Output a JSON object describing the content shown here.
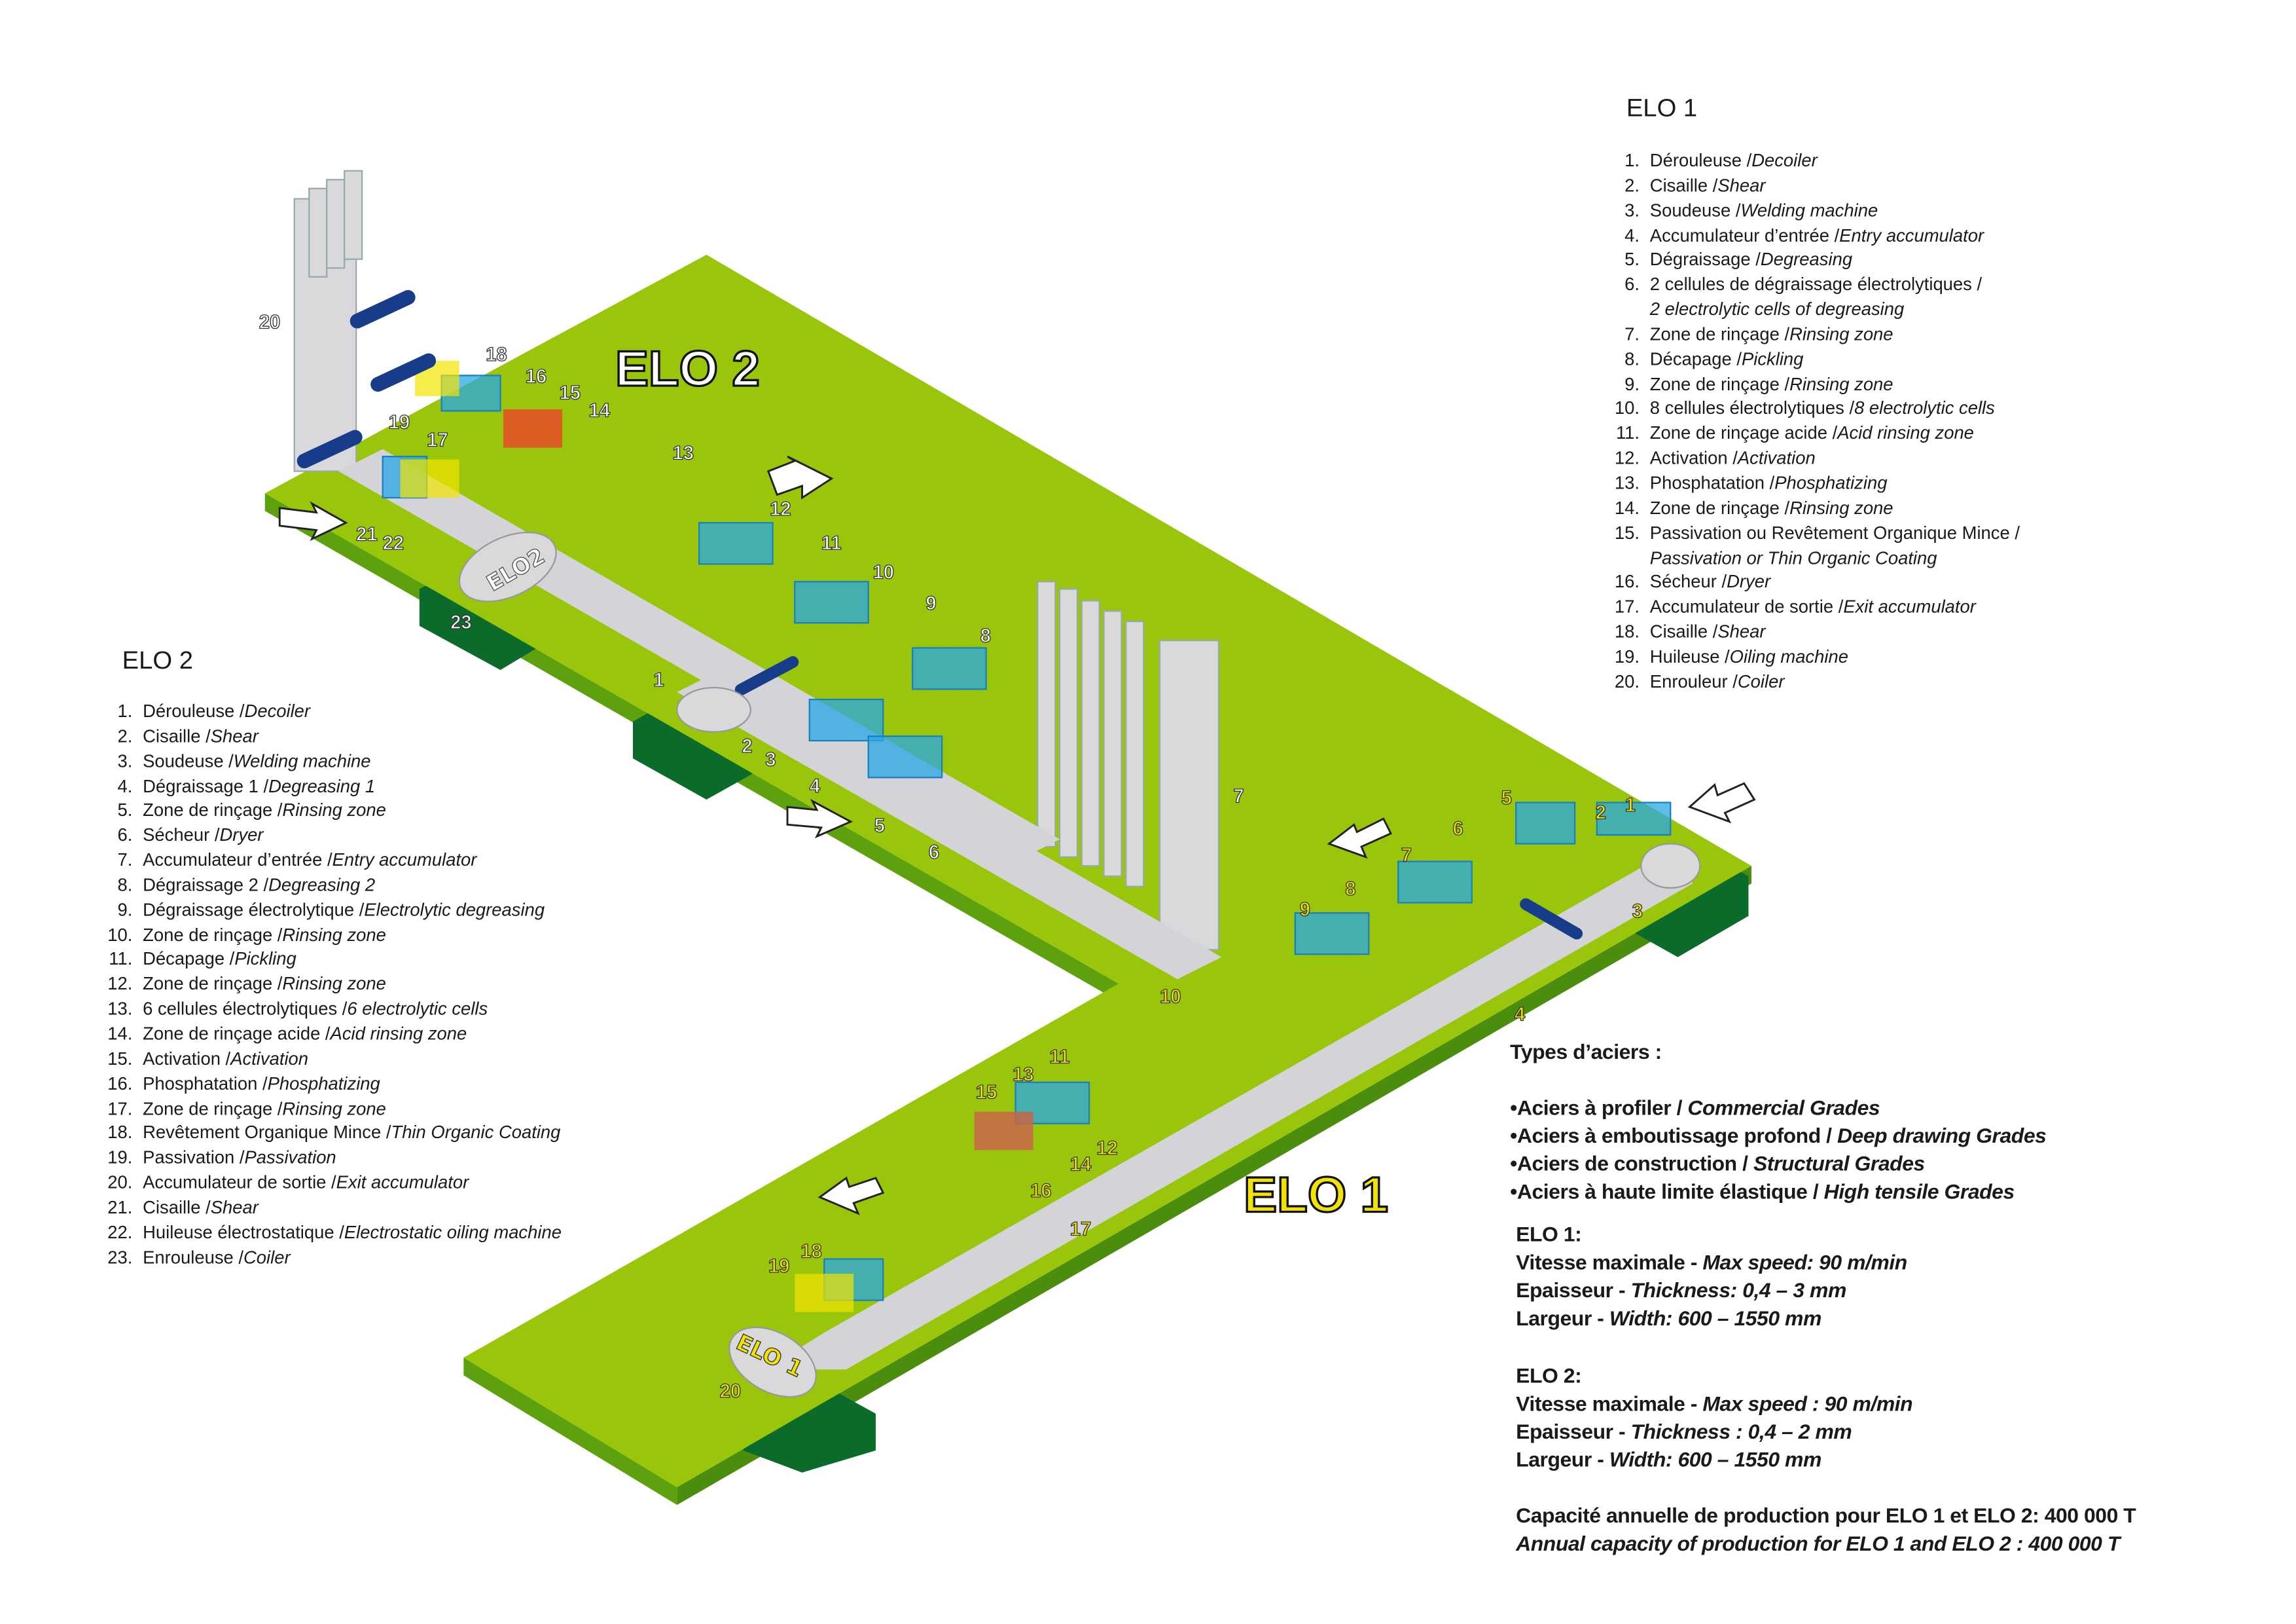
{
  "diagram": {
    "elo2_title": "ELO 2",
    "elo1_title": "ELO 1",
    "coil_elo2_text": "ELO2",
    "coil_elo1_text": "ELO 1",
    "elo2_markers": [
      "20",
      "18",
      "16",
      "15",
      "14",
      "19",
      "17",
      "13",
      "12",
      "11",
      "10",
      "9",
      "8",
      "7",
      "1",
      "2",
      "3",
      "4",
      "5",
      "6",
      "21",
      "22",
      "23"
    ],
    "elo1_markers": [
      "1",
      "2",
      "3",
      "4",
      "5",
      "6",
      "7",
      "8",
      "9",
      "10",
      "11",
      "12",
      "13",
      "14",
      "15",
      "16",
      "17",
      "18",
      "19",
      "20"
    ],
    "colors": {
      "platform": "#99c60a",
      "platform_side": "#5da10f",
      "support": "#0a6b2a",
      "cell": "#2aa7e6",
      "roller": "#173d8a",
      "yellow": "#f2e400",
      "red": "#e94b2a"
    }
  },
  "elo1_legend": {
    "title": "ELO 1",
    "items": [
      {
        "n": "1.",
        "fr": "Dérouleuse / ",
        "en": "Decoiler"
      },
      {
        "n": "2.",
        "fr": "Cisaille / ",
        "en": "Shear"
      },
      {
        "n": "3.",
        "fr": "Soudeuse / ",
        "en": "Welding machine"
      },
      {
        "n": "4.",
        "fr": "Accumulateur d’entrée / ",
        "en": "Entry accumulator"
      },
      {
        "n": "5.",
        "fr": "Dégraissage / ",
        "en": "Degreasing"
      },
      {
        "n": "6.",
        "fr": "2 cellules de dégraissage électrolytiques / ",
        "en": ""
      },
      {
        "n": "",
        "fr": "",
        "en": "2 electrolytic cells of degreasing"
      },
      {
        "n": "7.",
        "fr": "Zone de rinçage / ",
        "en": "Rinsing zone"
      },
      {
        "n": "8.",
        "fr": "Décapage / ",
        "en": "Pickling"
      },
      {
        "n": "9.",
        "fr": "Zone de rinçage / ",
        "en": "Rinsing zone"
      },
      {
        "n": "10.",
        "fr": "8 cellules électrolytiques / ",
        "en": "8 electrolytic cells"
      },
      {
        "n": "11.",
        "fr": "Zone de rinçage acide / ",
        "en": "Acid rinsing zone"
      },
      {
        "n": "12.",
        "fr": "Activation / ",
        "en": "Activation"
      },
      {
        "n": "13.",
        "fr": "Phosphatation / ",
        "en": "Phosphatizing"
      },
      {
        "n": "14.",
        "fr": "Zone de rinçage / ",
        "en": "Rinsing zone"
      },
      {
        "n": "15.",
        "fr": "Passivation ou Revêtement Organique  Mince / ",
        "en": ""
      },
      {
        "n": "",
        "fr": "",
        "en": "Passivation or Thin Organic Coating"
      },
      {
        "n": "16.",
        "fr": "Sécheur / ",
        "en": "Dryer"
      },
      {
        "n": "17.",
        "fr": "Accumulateur de sortie / ",
        "en": "Exit accumulator"
      },
      {
        "n": "18.",
        "fr": "Cisaille / ",
        "en": "Shear"
      },
      {
        "n": "19.",
        "fr": "Huileuse / ",
        "en": "Oiling machine"
      },
      {
        "n": "20.",
        "fr": "Enrouleur / ",
        "en": "Coiler"
      }
    ]
  },
  "elo2_legend": {
    "title": "ELO 2",
    "items": [
      {
        "n": "1.",
        "fr": "Dérouleuse / ",
        "en": "Decoiler"
      },
      {
        "n": "2.",
        "fr": "Cisaille / ",
        "en": "Shear"
      },
      {
        "n": "3.",
        "fr": "Soudeuse / ",
        "en": "Welding machine"
      },
      {
        "n": "4.",
        "fr": "Dégraissage 1 / ",
        "en": "Degreasing 1"
      },
      {
        "n": "5.",
        "fr": "Zone de rinçage / ",
        "en": "Rinsing zone"
      },
      {
        "n": "6.",
        "fr": "Sécheur / ",
        "en": "Dryer"
      },
      {
        "n": "7.",
        "fr": "Accumulateur d’entrée / ",
        "en": "Entry accumulator"
      },
      {
        "n": "8.",
        "fr": "Dégraissage 2 / ",
        "en": "Degreasing 2"
      },
      {
        "n": "9.",
        "fr": "Dégraissage électrolytique / ",
        "en": "Electrolytic degreasing"
      },
      {
        "n": "10.",
        "fr": "Zone de rinçage / ",
        "en": "Rinsing zone"
      },
      {
        "n": "11.",
        "fr": "Décapage / ",
        "en": "Pickling"
      },
      {
        "n": "12.",
        "fr": "Zone de rinçage / ",
        "en": "Rinsing zone"
      },
      {
        "n": "13.",
        "fr": "6 cellules électrolytiques / ",
        "en": "6 electrolytic cells"
      },
      {
        "n": "14.",
        "fr": "Zone de rinçage acide / ",
        "en": "Acid rinsing zone"
      },
      {
        "n": "15.",
        "fr": "Activation / ",
        "en": "Activation"
      },
      {
        "n": "16.",
        "fr": "Phosphatation / ",
        "en": "Phosphatizing"
      },
      {
        "n": "17.",
        "fr": "Zone de rinçage / ",
        "en": "Rinsing zone"
      },
      {
        "n": "18.",
        "fr": "Revêtement Organique Mince / ",
        "en": "Thin Organic Coating"
      },
      {
        "n": "19.",
        "fr": "Passivation / ",
        "en": "Passivation"
      },
      {
        "n": "20.",
        "fr": "Accumulateur de sortie / ",
        "en": "Exit accumulator"
      },
      {
        "n": "21.",
        "fr": "Cisaille / ",
        "en": "Shear"
      },
      {
        "n": "22.",
        "fr": "Huileuse électrostatique / ",
        "en": "Electrostatic oiling machine"
      },
      {
        "n": "23.",
        "fr": "Enrouleuse / ",
        "en": "Coiler"
      }
    ]
  },
  "specs": {
    "types_title": "Types d’aciers :",
    "grades": [
      {
        "fr": "•Aciers à profiler / ",
        "en": "Commercial Grades"
      },
      {
        "fr": "•Aciers à emboutissage profond / ",
        "en": "Deep drawing Grades"
      },
      {
        "fr": "•Aciers de construction / ",
        "en": "Structural Grades"
      },
      {
        "fr": "•Aciers à haute limite élastique / ",
        "en": "High tensile Grades"
      }
    ],
    "elo1": {
      "title": "ELO 1:",
      "lines": [
        {
          "fr": "Vitesse maximale - ",
          "en": "Max speed: 90 m/min"
        },
        {
          "fr": "Epaisseur - ",
          "en": "Thickness: 0,4 – 3 mm"
        },
        {
          "fr": "Largeur - ",
          "en": "Width: 600 – 1550 mm"
        }
      ]
    },
    "elo2": {
      "title": "ELO 2:",
      "lines": [
        {
          "fr": "Vitesse maximale - ",
          "en": "Max speed : 90 m/min"
        },
        {
          "fr": "Epaisseur - ",
          "en": "Thickness : 0,4 – 2 mm"
        },
        {
          "fr": "Largeur - ",
          "en": "Width: 600 – 1550 mm"
        }
      ]
    },
    "capacity_fr": "Capacité annuelle de production pour ELO 1 et ELO 2: 400 000 T",
    "capacity_en": "Annual capacity of production for ELO 1 and ELO 2 : 400 000 T"
  }
}
